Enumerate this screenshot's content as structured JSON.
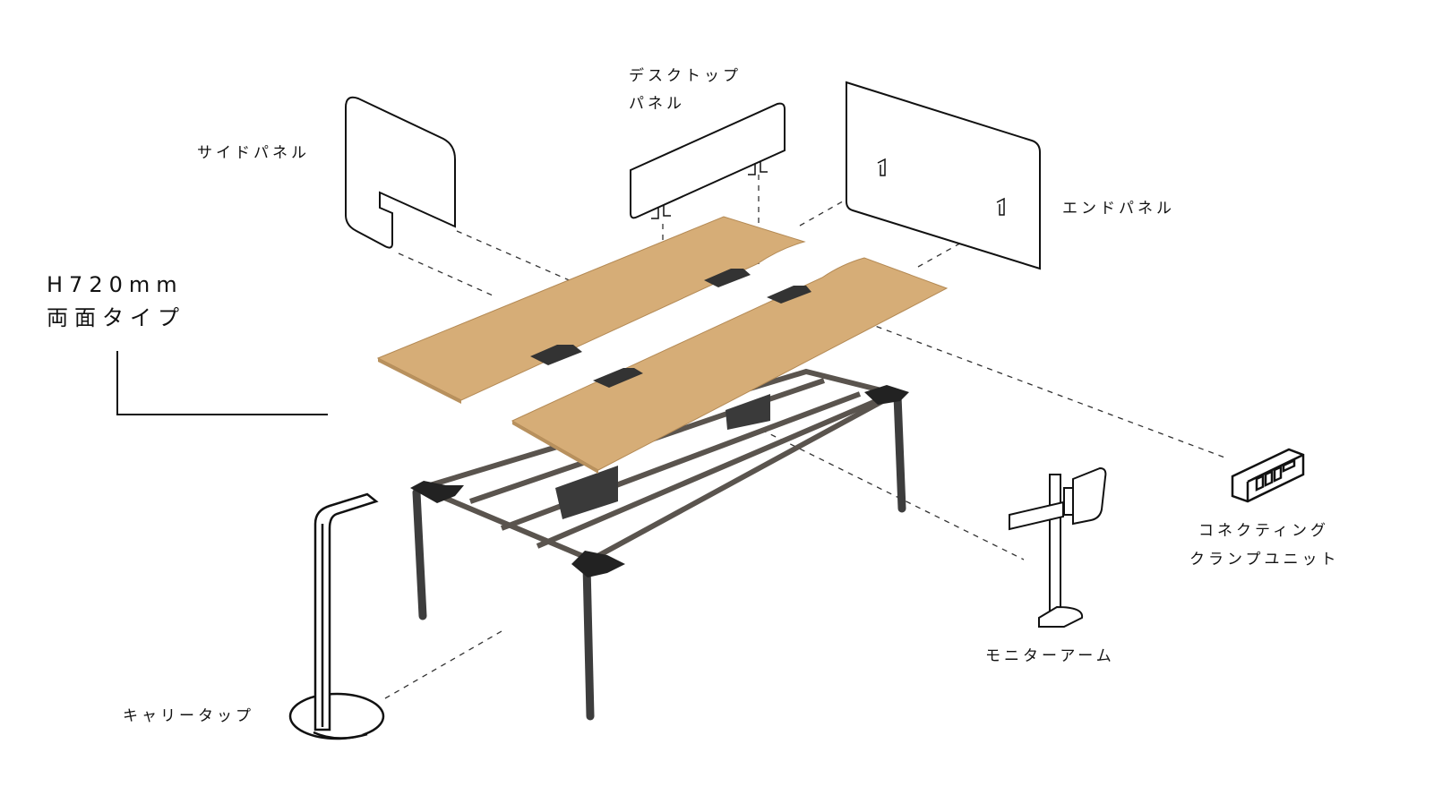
{
  "title": {
    "line1": "H720mm",
    "line2": "両面タイプ"
  },
  "labels": {
    "desktop_panel": [
      "デスクトップ",
      "パネル"
    ],
    "side_panel": "サイドパネル",
    "end_panel": "エンドパネル",
    "connecting_clamp": [
      "コネクティング",
      "クランプユニット"
    ],
    "monitor_arm": "モニターアーム",
    "carry_tap": "キャリータップ"
  },
  "colors": {
    "wood": "#d6ad77",
    "frame": "#5a544e",
    "line": "#111111"
  }
}
